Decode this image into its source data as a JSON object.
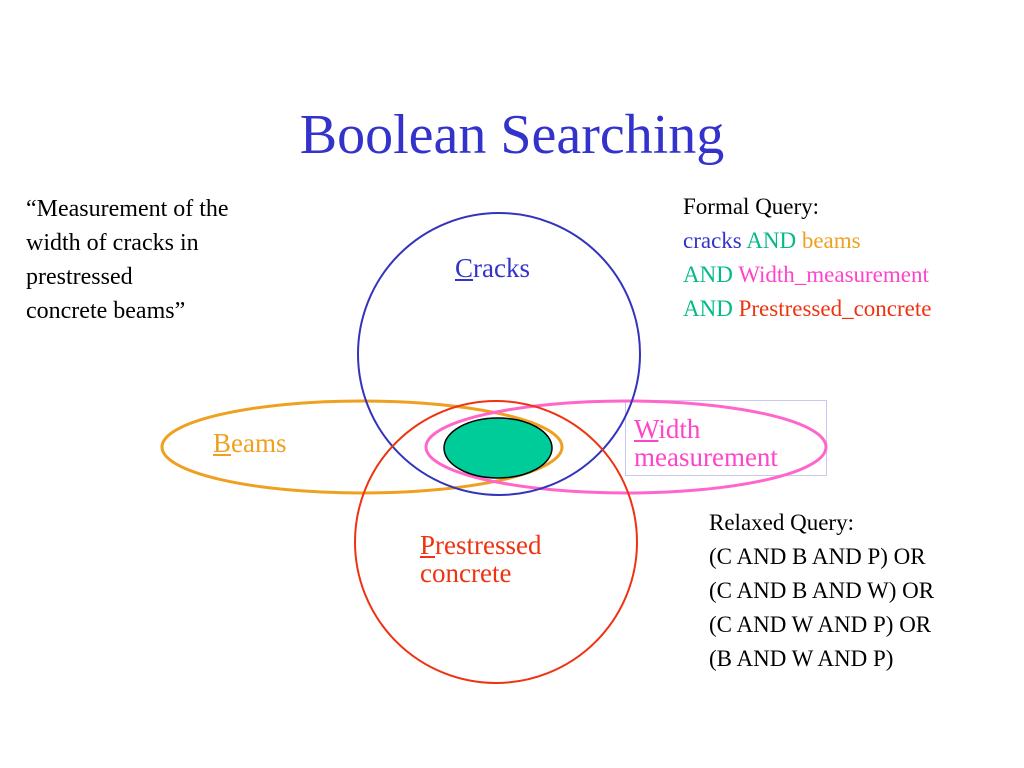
{
  "title": "Boolean Searching",
  "quote": {
    "lines": [
      "“Measurement of the",
      "width of cracks in",
      "prestressed",
      "concrete beams”"
    ]
  },
  "formal_query": {
    "heading": "Formal Query:",
    "line1": {
      "term1": "cracks",
      "op": "AND",
      "term2": "beams"
    },
    "line2": {
      "op": "AND",
      "term": "Width_measurement"
    },
    "line3": {
      "op": "AND",
      "term": "Prestressed_concrete"
    }
  },
  "relaxed_query": {
    "heading": "Relaxed Query:",
    "lines": [
      "(C AND B AND P)   OR",
      "(C AND B AND W)  OR",
      "(C AND W AND P)  OR",
      "(B AND W AND P)"
    ]
  },
  "sets": {
    "cracks": {
      "initial": "C",
      "rest": "racks"
    },
    "beams": {
      "initial": "B",
      "rest": "eams"
    },
    "width": {
      "initial": "W",
      "rest": "idth",
      "line2": "measurement"
    },
    "prestressed": {
      "initial": "P",
      "rest": "restressed",
      "line2": "concrete"
    }
  },
  "colors": {
    "title": "#3333cc",
    "cracks": "#3333cc",
    "beams": "#f0a020",
    "width": "#ff44cc",
    "prestressed": "#ee3311",
    "and_operator": "#00bb88",
    "intersection_fill": "#00cc99"
  }
}
